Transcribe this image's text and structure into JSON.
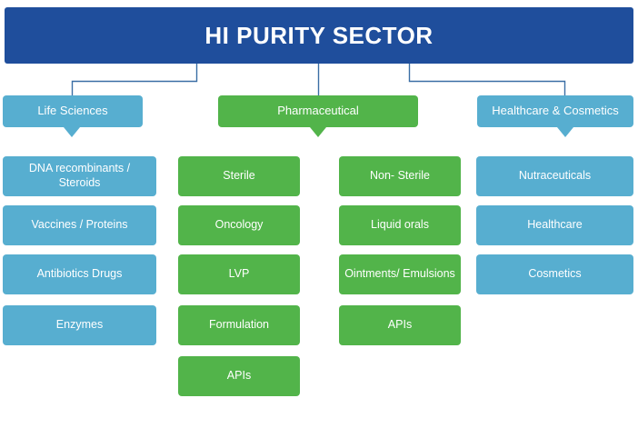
{
  "diagram": {
    "title": "HI PURITY SECTOR",
    "type": "organizational-hierarchy",
    "colors": {
      "root": "#1f4e9c",
      "blue": "#57aed0",
      "green": "#52b44a",
      "connector": "#3a6ea5",
      "background": "#ffffff",
      "text": "#ffffff"
    },
    "categories": [
      {
        "label": "Life Sciences",
        "color": "blue"
      },
      {
        "label": "Pharmaceutical",
        "color": "green"
      },
      {
        "label": "Healthcare & Cosmetics",
        "color": "blue"
      }
    ],
    "columns": [
      {
        "parent": "Life Sciences",
        "color": "blue",
        "items": [
          "DNA recombinants / Steroids",
          "Vaccines / Proteins",
          "Antibiotics Drugs",
          "Enzymes"
        ]
      },
      {
        "parent": "Pharmaceutical",
        "color": "green",
        "items": [
          "Sterile",
          "Oncology",
          "LVP",
          "Formulation",
          "APIs"
        ]
      },
      {
        "parent": "Pharmaceutical",
        "color": "green",
        "items": [
          "Non- Sterile",
          "Liquid orals",
          "Ointments/ Emulsions",
          "APIs"
        ]
      },
      {
        "parent": "Healthcare & Cosmetics",
        "color": "blue",
        "items": [
          "Nutraceuticals",
          "Healthcare",
          "Cosmetics"
        ]
      }
    ]
  }
}
